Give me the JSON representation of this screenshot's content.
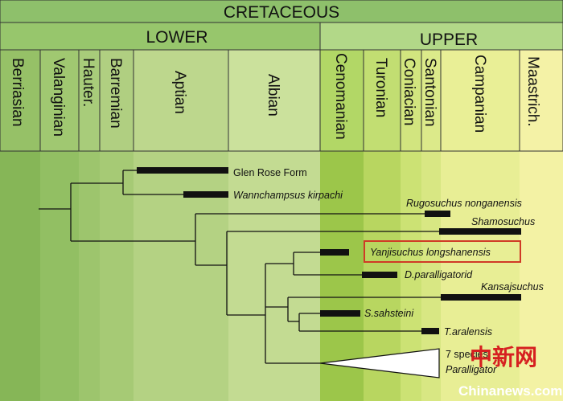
{
  "period": "CRETACEOUS",
  "epochs": [
    "LOWER",
    "UPPER"
  ],
  "stages": [
    "Berriasian",
    "Valanginian",
    "Hauter.",
    "Barremian",
    "Aptian",
    "Albian",
    "Cenomanian",
    "Turonian",
    "Coniacian",
    "Santonian",
    "Campanian",
    "Maastrich."
  ],
  "taxa": {
    "glen_rose": "Glen Rose Form",
    "wannchampsus": "Wannchampsus kirpachi",
    "rugosuchus": "Rugosuchus nonganensis",
    "shamosuchus": "Shamosuchus",
    "yanjisuchus": "Yanjisuchus longshanensis",
    "d_paralligatorid": "D.paralligatorid",
    "kansajsuchus": "Kansajsuchus",
    "s_sahsteini": "S.sahsteini",
    "t_aralensis": "T.aralensis",
    "seven_species": "7 species",
    "paralligator": "Paralligator"
  },
  "highlight_color": "#d03a26",
  "watermark": {
    "cn": "中新网",
    "en": "Chinanews.com"
  }
}
